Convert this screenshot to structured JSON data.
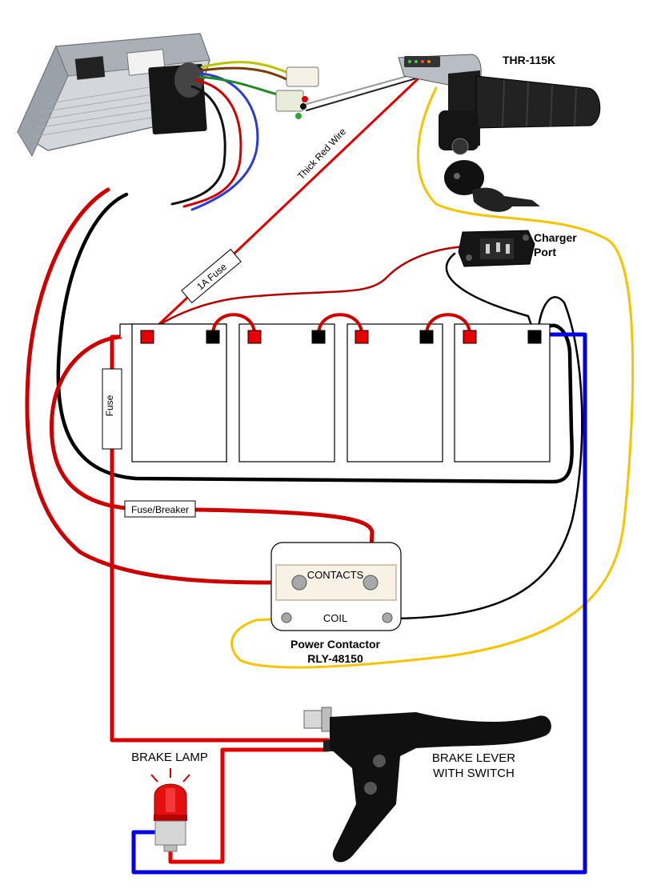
{
  "labels": {
    "throttle_model": "THR-115K",
    "thick_red_wire": "Thick Red Wire",
    "fuse_1a": "1A Fuse",
    "charger_port_line1": "Charger",
    "charger_port_line2": "Port",
    "fuse": "Fuse",
    "fuse_breaker": "Fuse/Breaker",
    "contacts": "CONTACTS",
    "coil": "COIL",
    "contactor_line1": "Power Contactor",
    "contactor_line2": "RLY-48150",
    "brake_lamp": "BRAKE LAMP",
    "brake_lever_line1": "BRAKE LEVER",
    "brake_lever_line2": "WITH SWITCH"
  },
  "colors": {
    "red_wire": "#d90000",
    "dark_red_wire": "#b30000",
    "black_wire": "#000000",
    "blue_wire": "#0000e6",
    "yellow_wire": "#f5c400",
    "battery_outline": "#000000",
    "terminal_positive": "#e60000",
    "terminal_negative": "#000000",
    "controller_body": "#b9bec4"
  },
  "icons": {
    "controller": "motor-controller-icon",
    "throttle": "twist-throttle-icon",
    "key": "ignition-key-icon",
    "charger": "charger-socket-icon",
    "lamp": "brake-lamp-icon",
    "lever": "brake-lever-icon"
  }
}
